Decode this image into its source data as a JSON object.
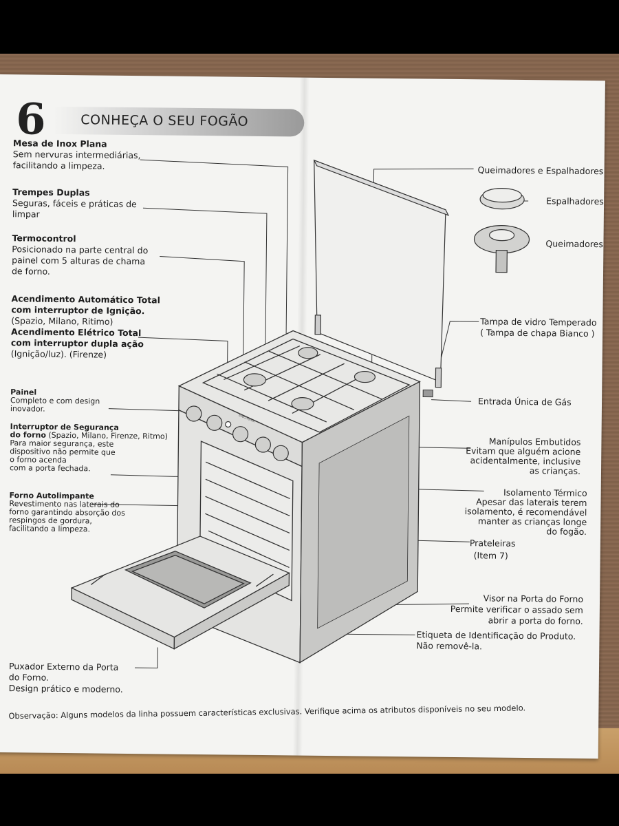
{
  "page": {
    "section_number": "6",
    "title": "CONHEÇA O SEU FOGÃO",
    "observation": "Observação: Alguns modelos da linha possuem características exclusivas. Verifique acima os atributos disponíveis no seu modelo."
  },
  "stove_brand": "Electrolux",
  "left_labels": [
    {
      "title": "Mesa de Inox Plana",
      "desc": [
        "Sem nervuras intermediárias,",
        "facilitando a limpeza."
      ]
    },
    {
      "title": "Trempes Duplas",
      "desc": [
        "Seguras, fáceis e práticas de",
        "limpar"
      ]
    },
    {
      "title": "Termocontrol",
      "desc": [
        "Posicionado na parte central do",
        "painel com 5 alturas de chama",
        "de forno."
      ]
    },
    {
      "title_lines": [
        "Acendimento Automático Total",
        "com interruptor de Ignição."
      ],
      "desc": [
        "(Spazio, Milano, Ritimo)"
      ]
    },
    {
      "title_lines": [
        "Acendimento Elétrico Total",
        "com interruptor dupla ação"
      ],
      "desc": [
        "(Ignição/luz). (Firenze)"
      ]
    },
    {
      "title": "Painel",
      "desc": [
        "Completo e com design",
        "inovador."
      ]
    },
    {
      "title_lines": [
        "Interruptor de Segurança"
      ],
      "title_bold": "do forno",
      "title_rest": " (Spazio, Milano, Firenze, Ritmo)",
      "desc": [
        "Para maior segurança, este",
        "dispositivo não permite que",
        "o forno acenda",
        "com a porta fechada."
      ]
    },
    {
      "title": "Forno Autolimpante",
      "desc": [
        "Revestimento nas laterais do",
        "forno garantindo absorção dos",
        "respingos de gordura,",
        "facilitando a limpeza."
      ]
    },
    {
      "title_lines": [
        "Puxador Externo da Porta",
        "do Forno."
      ],
      "desc": [
        "Design prático e moderno."
      ]
    }
  ],
  "right_labels": [
    {
      "title": "Queimadores e Espalhadores"
    },
    {
      "title": "Espalhadores"
    },
    {
      "title": "Queimadores"
    },
    {
      "title": "Tampa de vidro Temperado",
      "desc": [
        "( Tampa de chapa Bianco )"
      ]
    },
    {
      "title": "Entrada Única de Gás"
    },
    {
      "title": "Manípulos Embutidos",
      "desc": [
        "Evitam que alguém acione",
        "acidentalmente, inclusive",
        "as crianças."
      ]
    },
    {
      "title": "Isolamento Térmico",
      "desc": [
        "Apesar das laterais terem",
        "isolamento, é recomendável",
        "manter as crianças longe",
        "do fogão."
      ]
    },
    {
      "title": "Prateleiras",
      "desc": [
        "(Item 7)"
      ]
    },
    {
      "title": "Visor na Porta do Forno",
      "desc": [
        "Permite verificar o assado sem",
        "abrir a porta do forno."
      ]
    },
    {
      "title": "Etiqueta de Identificação do Produto.",
      "desc": [
        "Não removê-la."
      ]
    }
  ],
  "colors": {
    "paper": "#f4f4f2",
    "ink": "#1d1d1d",
    "line": "#333333",
    "banner": "#9a9a9a"
  }
}
